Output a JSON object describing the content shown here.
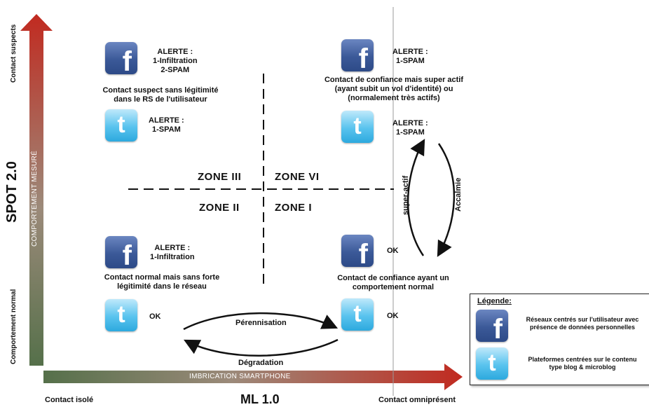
{
  "axes": {
    "y_title": "SPOT 2.0",
    "y_bar_label": "COMPORTEMENT MESURÉ",
    "y_top_label": "Contact  suspects",
    "y_bottom_label": "Comportement normal",
    "x_title": "ML 1.0",
    "x_bar_label": "IMBRICATION SMARTPHONE",
    "x_left_label": "Contact isolé",
    "x_right_label": "Contact  omniprésent"
  },
  "zones": {
    "iii": "ZONE III",
    "vi": "ZONE VI",
    "ii": "ZONE II",
    "i": "ZONE I"
  },
  "top_left": {
    "fb_alert": [
      "ALERTE :",
      "1-Infiltration",
      "2-SPAM"
    ],
    "description": [
      "Contact suspect sans légitimité",
      "dans le RS de l'utilisateur"
    ],
    "tw_alert": [
      "ALERTE :",
      "1-SPAM"
    ]
  },
  "top_right": {
    "fb_alert": [
      "ALERTE :",
      "1-SPAM"
    ],
    "description": [
      "Contact de confiance mais super actif",
      "(ayant subit un vol d'identité) ou",
      "(normalement très actifs)"
    ],
    "tw_alert": [
      "ALERTE :",
      "1-SPAM"
    ]
  },
  "bottom_left": {
    "fb_alert": [
      "ALERTE :",
      "1-Infiltration"
    ],
    "description": [
      "Contact normal mais sans forte",
      "légitimité dans le réseau"
    ],
    "tw_status": "OK"
  },
  "bottom_right": {
    "fb_status": "OK",
    "description": [
      "Contact de confiance ayant un",
      "comportement normal"
    ],
    "tw_status": "OK"
  },
  "transitions": {
    "up": "super-actif",
    "down": "Accalmie",
    "right": "Pérennisation",
    "left": "Dégradation"
  },
  "legend": {
    "title": "Légende:",
    "fb_text": [
      "Réseaux centrés sur l'utilisateur avec",
      "présence de données personnelles"
    ],
    "tw_text": [
      "Plateformes centrées sur le contenu",
      "type blog & microblog"
    ]
  },
  "icons": {
    "facebook": "facebook-icon",
    "twitter": "twitter-icon"
  },
  "colors": {
    "axis_start": "#5d7d4e",
    "axis_end": "#c12a20",
    "facebook": "#3b5998",
    "twitter": "#55c2ee"
  }
}
